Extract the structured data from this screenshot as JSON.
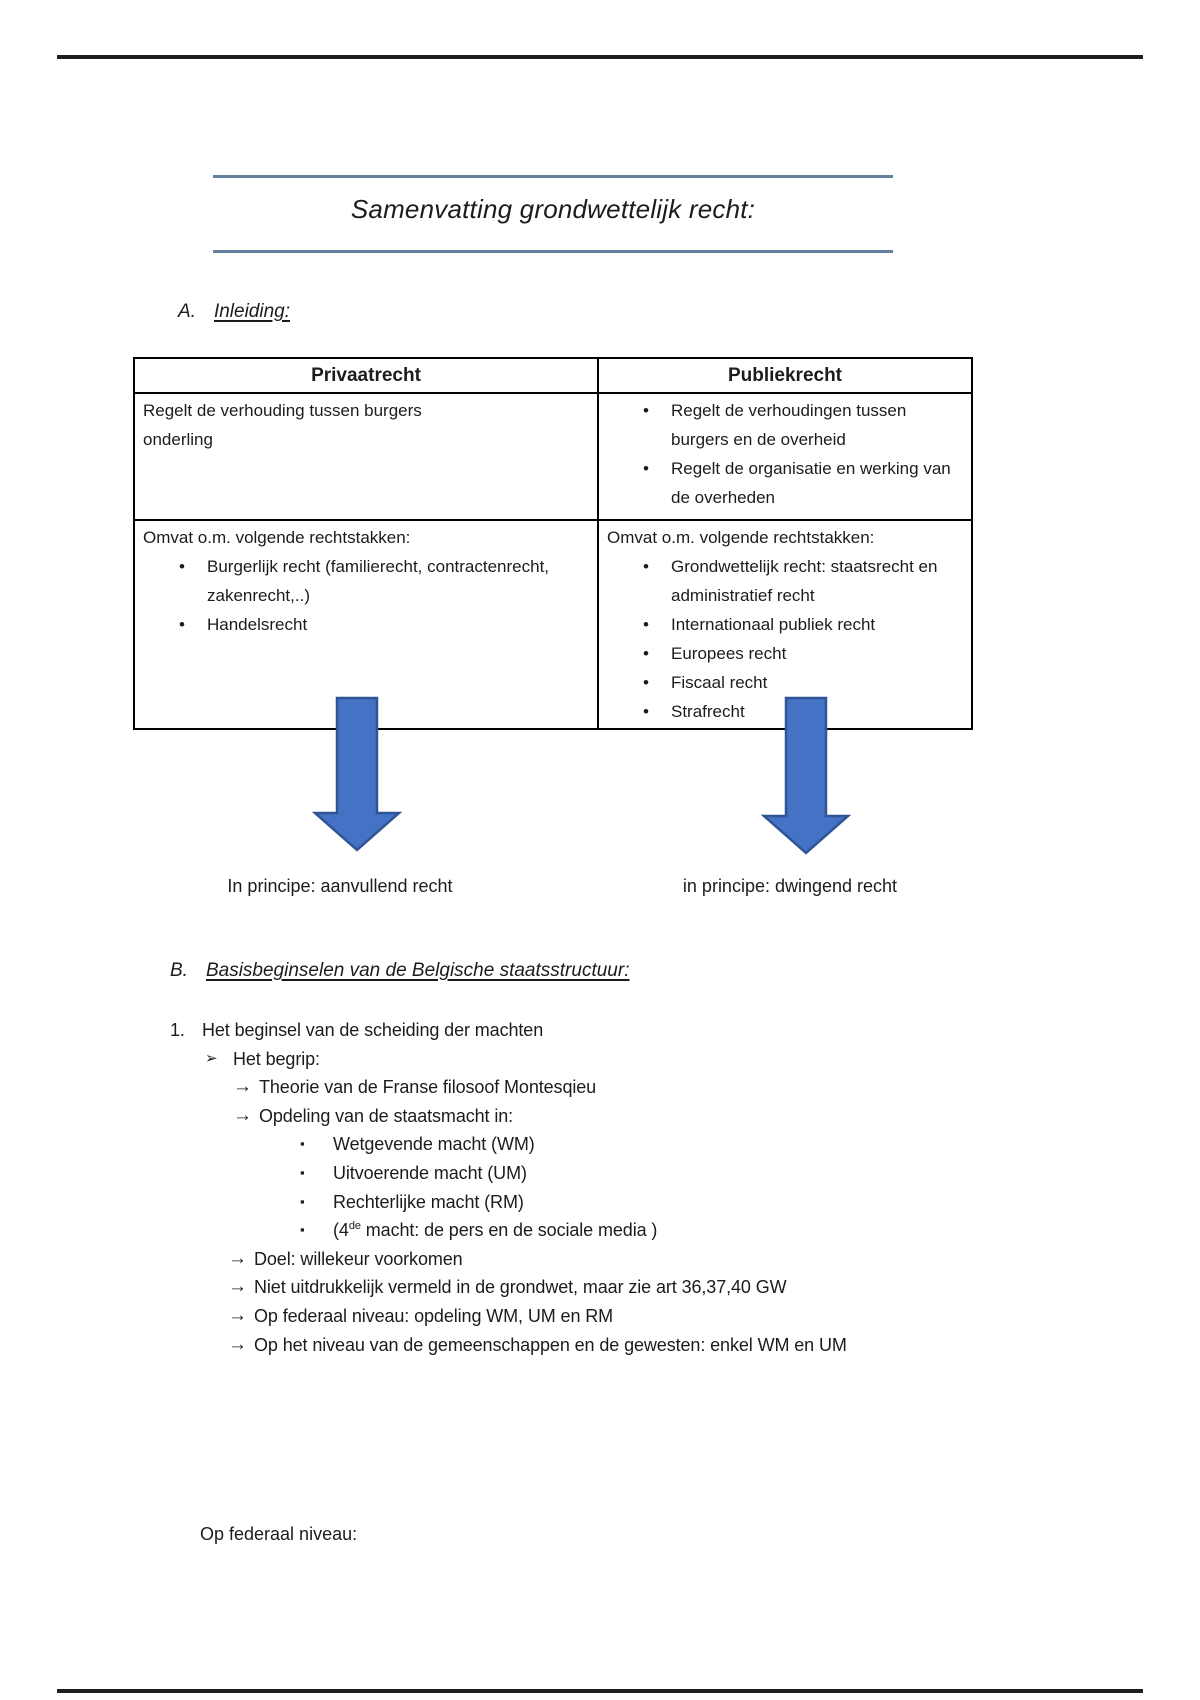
{
  "document": {
    "title": "Samenvatting grondwettelijk recht:",
    "sections": {
      "a": {
        "label": "A.",
        "heading": "Inleiding:"
      },
      "b": {
        "label": "B.",
        "heading": "Basisbeginselen van de Belgische staatsstructuur:"
      }
    },
    "comparison_table": {
      "header_left": "Privaatrecht",
      "header_right": "Publiekrecht",
      "row1": {
        "left_text": "Regelt de verhouding tussen burgers onderling",
        "right_bullets": [
          "Regelt de verhoudingen tussen burgers en de overheid",
          "Regelt de organisatie en werking van de overheden"
        ]
      },
      "row2": {
        "left_intro": "Omvat o.m. volgende rechtstakken:",
        "left_bullets": [
          "Burgerlijk recht (familierecht, contractenrecht, zakenrecht,..)",
          "Handelsrecht"
        ],
        "right_intro": "Omvat o.m. volgende rechtstakken:",
        "right_bullets": [
          "Grondwettelijk recht: staatsrecht en administratief recht",
          "Internationaal publiek recht",
          "Europees recht",
          "Fiscaal recht",
          "Strafrecht"
        ]
      }
    },
    "arrow_captions": {
      "left": "In principe: aanvullend recht",
      "right": "in principe: dwingend recht"
    },
    "list1": {
      "number": "1.",
      "title": "Het beginsel van de scheiding der machten",
      "sub_heading": "Het begrip:",
      "arrow_items_level1": [
        "Theorie van de Franse filosoof Montesqieu",
        "Opdeling van de staatsmacht in:"
      ],
      "square_items": [
        "Wetgevende macht (WM)",
        "Uitvoerende macht (UM)",
        "Rechterlijke macht (RM)"
      ],
      "square_item_4": {
        "pre": "(4",
        "sup": "de",
        "post": " macht: de pers en de sociale media )"
      },
      "arrow_items_level2": [
        "Doel: willekeur voorkomen",
        "Niet uitdrukkelijk vermeld in de grondwet, maar zie art 36,37,40 GW",
        "Op federaal niveau: opdeling WM, UM en RM",
        "Op het niveau van de gemeenschappen en de gewesten: enkel WM en UM"
      ]
    },
    "footer_line": "Op federaal niveau:"
  },
  "glyphs": {
    "bullet": "•",
    "square_bullet": "▪",
    "chevron_marker": "➢",
    "arrow_marker": "→"
  },
  "colors": {
    "accent_rule": "#63809f",
    "diagram_arrow_fill": "#4472c4",
    "diagram_arrow_stroke": "#2f5597",
    "text": "#1c1c1c",
    "table_border": "#000000",
    "page_edge_rule": "#1f1f1f"
  }
}
